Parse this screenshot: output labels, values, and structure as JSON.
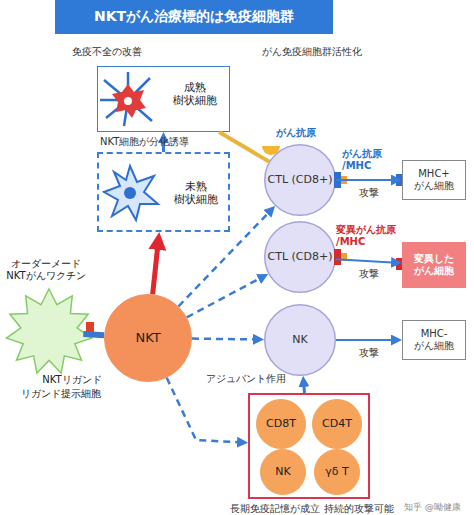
{
  "diagram": {
    "title": "NKTがん治療標的は免疫細胞群",
    "nodes": [
      {
        "text": [
          "成熟 樹状細胞"
        ]
      },
      {
        "text": [
          "未熟 樹状細胞"
        ]
      },
      {
        "text": [
          "オーダーメード NKTがんワクチン",
          "NKTリガンド",
          "リガンド提示細胞"
        ]
      },
      {
        "text": [
          "NKT"
        ]
      },
      {
        "text": [
          "CTL (CD8+)"
        ]
      },
      {
        "text": [
          "CTL (CD8+)"
        ]
      },
      {
        "text": [
          "NK"
        ]
      },
      {
        "text": [
          "長期免疫記憶が成立 持続的攻撃可能"
        ]
      },
      {
        "text": [
          "CD8T"
        ],
        "in": 7
      },
      {
        "text": [
          "CD4T"
        ],
        "in": 7
      },
      {
        "text": [
          "NK"
        ],
        "in": 7
      },
      {
        "text": [
          "γδ T"
        ],
        "in": 7
      },
      {
        "text": [
          "MHC+ がん細胞"
        ]
      },
      {
        "text": [
          "変異した がん細胞"
        ]
      },
      {
        "text": [
          "MHC- がん細胞"
        ]
      }
    ],
    "edges": [
      {
        "from": 3,
        "to": 1,
        "arrow": "to"
      },
      {
        "from": 1,
        "to": 0,
        "arrow": "to"
      },
      {
        "from": 3,
        "to": 4,
        "arrow": "to"
      },
      {
        "from": 3,
        "to": 5,
        "arrow": "to"
      },
      {
        "from": 3,
        "to": 6,
        "arrow": "to",
        "label": "アジュバント作用"
      },
      {
        "from": 3,
        "to": 7,
        "arrow": "to"
      },
      {
        "from": 0,
        "to": 4,
        "arrow": "none"
      },
      {
        "from": 4,
        "to": 12,
        "arrow": "to",
        "label": "攻撃"
      },
      {
        "from": 5,
        "to": 13,
        "arrow": "to",
        "label": "攻撃"
      },
      {
        "from": 6,
        "to": 14,
        "arrow": "to",
        "label": "攻撃"
      },
      {
        "from": 7,
        "to": 6,
        "arrow": "to"
      },
      {
        "from": 2,
        "to": 3,
        "arrow": "none"
      }
    ],
    "labels": [
      "免疫不全の改善",
      "がん免疫細胞群活性化",
      "NKT細胞が分化誘導",
      "がん抗原",
      "がん抗原 /MHC",
      "変異がん抗原 /MHC",
      "知乎 @呦健康"
    ]
  }
}
